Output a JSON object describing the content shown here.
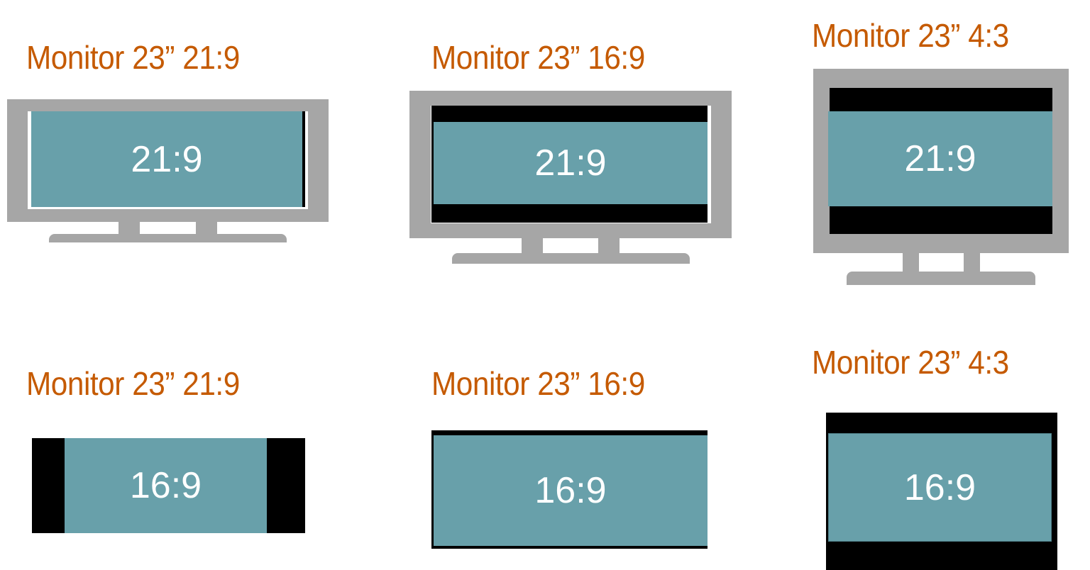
{
  "colors": {
    "title": "#C55A00",
    "bezel": "#A6A6A6",
    "screen_content": "#68A0AA",
    "letterbox": "#000000",
    "ratio_text": "#FFFFFF",
    "background": "#FFFFFF"
  },
  "rows": [
    {
      "content_ratio": "21:9",
      "panels": [
        {
          "title": "Monitor 23” 21:9",
          "monitor_ratio": "21:9",
          "content_label": "21:9",
          "letterbox": "none (fills screen)"
        },
        {
          "title": "Monitor 23” 16:9",
          "monitor_ratio": "16:9",
          "content_label": "21:9",
          "letterbox": "top and bottom bars"
        },
        {
          "title": "Monitor 23” 4:3",
          "monitor_ratio": "4:3",
          "content_label": "21:9",
          "letterbox": "large top and bottom bars"
        }
      ]
    },
    {
      "content_ratio": "16:9",
      "panels": [
        {
          "title": "Monitor 23” 21:9",
          "monitor_ratio": "21:9",
          "content_label": "16:9",
          "letterbox": "pillarbox left and right bars"
        },
        {
          "title": "Monitor 23” 16:9",
          "monitor_ratio": "16:9",
          "content_label": "16:9",
          "letterbox": "none (fills screen)"
        },
        {
          "title": "Monitor 23” 4:3",
          "monitor_ratio": "4:3",
          "content_label": "16:9",
          "letterbox": "top and bottom bars"
        }
      ]
    }
  ]
}
